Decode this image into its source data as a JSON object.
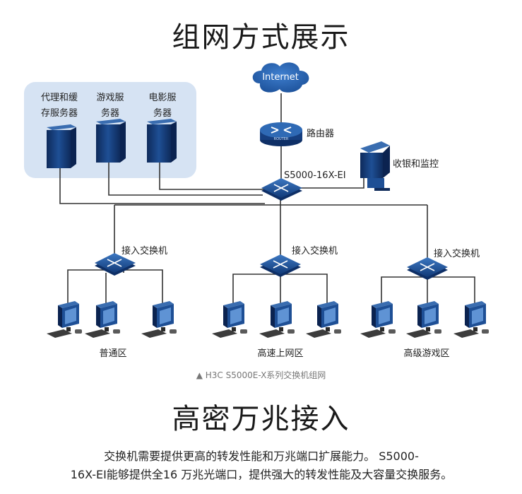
{
  "title_top": "组网方式展示",
  "diagram": {
    "internet": "Internet",
    "router": "路由器",
    "router_badge": "ROUTER",
    "core_switch": "S5000-16X-EI",
    "monitor": "收银和监控",
    "servers": [
      {
        "line1": "代理和缓",
        "line2": "存服务器"
      },
      {
        "line1": "游戏服",
        "line2": "务器"
      },
      {
        "line1": "电影服",
        "line2": "务器"
      }
    ],
    "access_switches": [
      "接入交换机",
      "接入交换机",
      "接入交换机"
    ],
    "zones": [
      "普通区",
      "高速上网区",
      "高级游戏区"
    ]
  },
  "caption": "▲ H3C S5000E-X系列交换机组网",
  "title_bottom": "高密万兆接入",
  "paragraph": {
    "line1": "交换机需要提供更高的转发性能和万兆端口扩展能力。 S5000-",
    "line2": "16X-EI能够提供全16 万兆光端口，提供强大的转发性能及大容量交换服务。"
  },
  "colors": {
    "server_panel": "#d6e3f3",
    "device_blue": "#1b4f91",
    "line": "#333333"
  }
}
